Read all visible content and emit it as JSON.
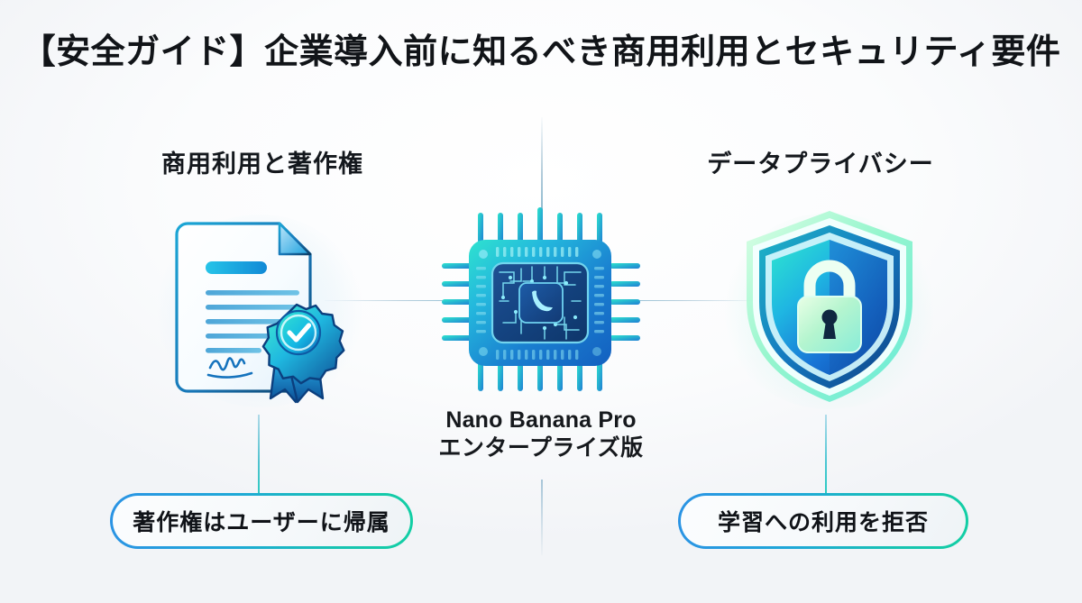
{
  "page": {
    "title": "【安全ガイド】企業導入前に知るべき商用利用とセキュリティ要件",
    "background_color": "#f2f4f7"
  },
  "sections": {
    "left": {
      "heading": "商用利用と著作権",
      "icon": "document-certificate-icon",
      "badge_label": "著作権はユーザーに帰属"
    },
    "right": {
      "heading": "データプライバシー",
      "icon": "shield-lock-icon",
      "badge_label": "学習への利用を拒否"
    },
    "center": {
      "icon": "chip-banana-icon",
      "label_line1": "Nano Banana Pro",
      "label_line2": "エンタープライズ版"
    }
  },
  "theme": {
    "accent_blue": "#2b93e4",
    "accent_cyan": "#1fa8d8",
    "accent_teal": "#17c3b2",
    "accent_mint": "#12cfa4",
    "text_dark": "#111418"
  }
}
